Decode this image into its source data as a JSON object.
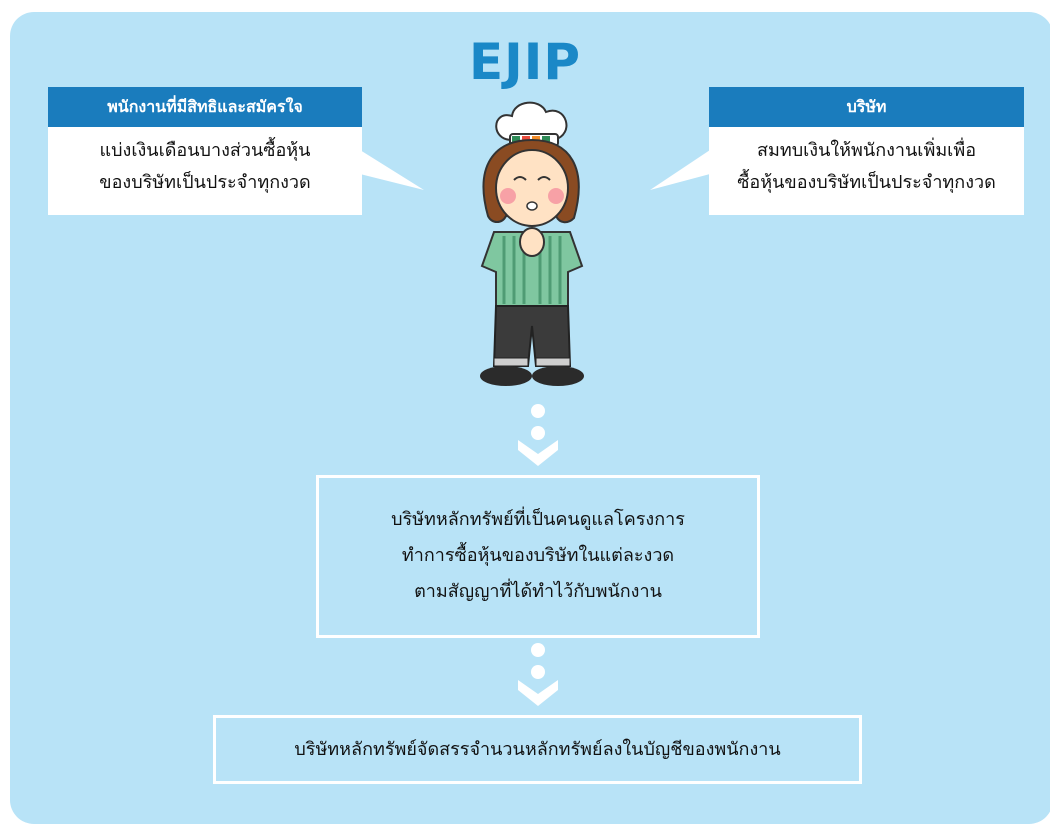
{
  "title": "EJIP",
  "left_card": {
    "header": "พนักงานที่มีสิทธิและสมัครใจ",
    "lines": [
      "แบ่งเงินเดือนบางส่วนซื้อหุ้น",
      "ของบริษัทเป็นประจำทุกงวด"
    ]
  },
  "right_card": {
    "header": "บริษัท",
    "lines": [
      "สมทบเงินให้พนักงานเพิ่มเพื่อ",
      "ซื้อหุ้นของบริษัทเป็นประจำทุกงวด"
    ]
  },
  "step_2": {
    "lines": [
      "บริษัทหลักทรัพย์ที่เป็นคนดูแลโครงการ",
      "ทำการซื้อหุ้นของบริษัทในแต่ละงวด",
      "ตามสัญญาที่ได้ทำไว้กับพนักงาน"
    ]
  },
  "step_3": {
    "text": "บริษัทหลักทรัพย์จัดสรรจำนวนหลักทรัพย์ลงในบัญชีของพนักงาน"
  },
  "colors": {
    "background": "#b8e3f7",
    "accent": "#1a88c7",
    "header": "#1a7cbd",
    "mascot_shirt": "#7fc7a0"
  },
  "icons": [
    "mascot-chef-icon",
    "chevron-down-icon"
  ]
}
